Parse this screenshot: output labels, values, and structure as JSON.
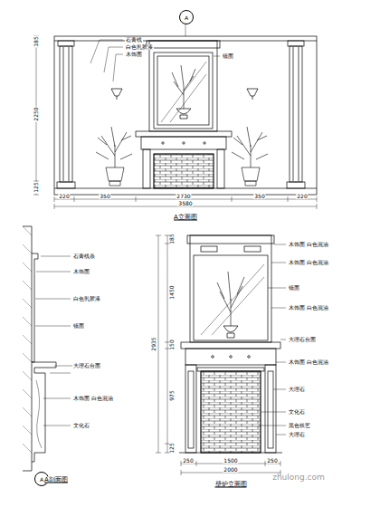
{
  "diagram": {
    "nodes": [
      {
        "text": [
          "A"
        ]
      },
      {
        "text": [
          "A"
        ]
      }
    ],
    "labels": [
      "石膏线",
      "白色乳胶漆",
      "木饰面",
      "镜面",
      "185",
      "2250",
      "125",
      "220",
      "350",
      "2730",
      "350",
      "220",
      "3580",
      "A立面图",
      "石膏线条",
      "木饰面",
      "白色乳胶漆",
      "镜面",
      "大理石台面",
      "木饰面 白色混油",
      "文化石",
      "A剖面图",
      "木饰面 白色混油",
      "木饰面 白色混油",
      "镜面",
      "木饰面 白色混油",
      "大理石台面",
      "木饰面 白色混油",
      "大理石",
      "文化石",
      "黑色铁艺",
      "大理石",
      "185",
      "1450",
      "150",
      "975",
      "125",
      "2935",
      "250",
      "1500",
      "250",
      "2000",
      "壁炉立面图",
      "zhulong.com"
    ]
  }
}
